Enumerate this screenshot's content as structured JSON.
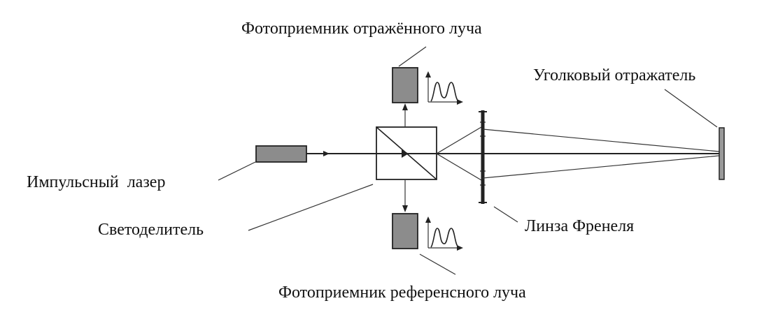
{
  "labels": {
    "reflected_detector": "Фотоприемник отражённого луча",
    "corner_reflector": "Уголковый отражатель",
    "pulsed_laser": "Импульсный  лазер",
    "beam_splitter": "Светоделитель",
    "fresnel_lens": "Линза Френеля",
    "reference_detector": "Фотоприемник референсного луча"
  },
  "colors": {
    "component_fill": "#8c8c8c",
    "stroke": "#222222"
  }
}
